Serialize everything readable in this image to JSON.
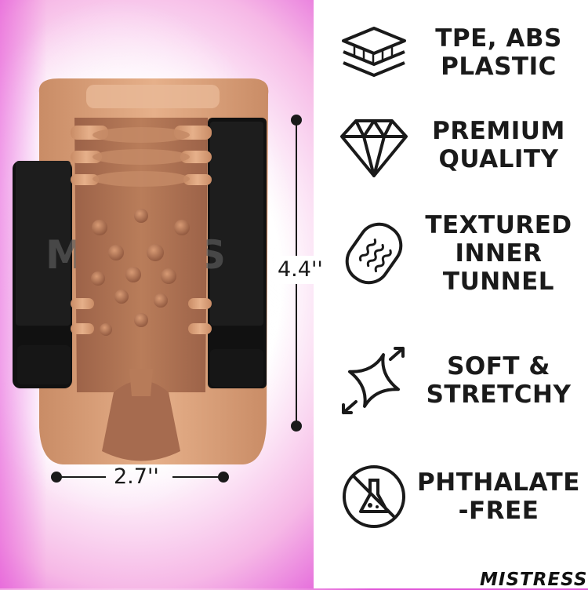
{
  "product": {
    "sleeve_print": "MISTRESS",
    "height_label": "4.4''",
    "width_label": "2.7''",
    "colors": {
      "skin": "#e0a982",
      "skin_shadow": "#b97d5a",
      "sleeve": "#111111"
    }
  },
  "features": [
    {
      "icon": "layers-icon",
      "label": "TPE, ABS\nPLASTIC"
    },
    {
      "icon": "diamond-icon",
      "label": "PREMIUM\nQUALITY"
    },
    {
      "icon": "textured-tunnel-icon",
      "label": "TEXTURED\nINNER\nTUNNEL"
    },
    {
      "icon": "stretch-arrows-icon",
      "label": "SOFT &\nSTRETCHY"
    },
    {
      "icon": "no-flask-icon",
      "label": "PHTHALATE\n-FREE"
    }
  ],
  "brand": {
    "name": "MISTRESS"
  },
  "colors": {
    "accent_pink": "#e055d8",
    "text": "#1a1a1a"
  }
}
